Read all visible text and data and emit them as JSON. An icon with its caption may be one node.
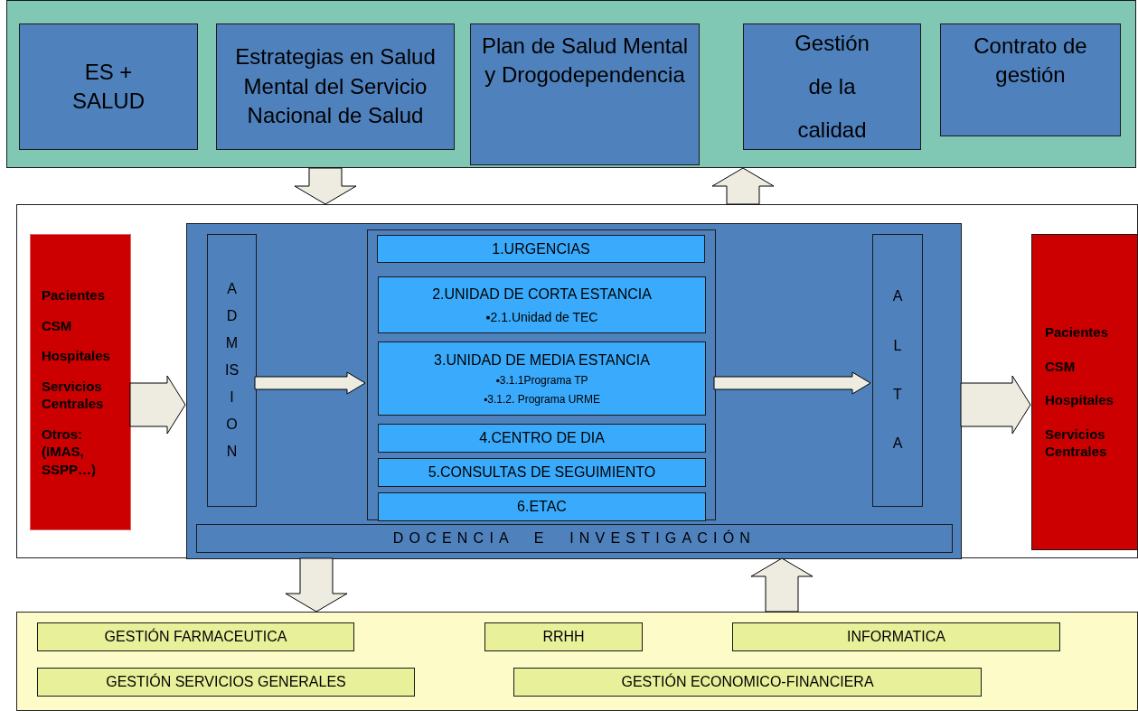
{
  "diagram": {
    "nodes": [
      {
        "text": [],
        "shape": "box"
      },
      {
        "text": [
          "ES + SALUD"
        ],
        "in": 0
      },
      {
        "text": [
          "Estrategias en Salud Mental del Servicio Nacional de Salud"
        ],
        "in": 0
      },
      {
        "text": [
          "Plan de Salud Mental y Drogodependencia"
        ],
        "in": 0
      },
      {
        "text": [
          "Gestión de la calidad"
        ],
        "in": 0
      },
      {
        "text": [
          "Contrato de gestión"
        ],
        "in": 0
      },
      {
        "text": [],
        "shape": "box"
      },
      {
        "text": [
          "Pacientes",
          "CSM",
          "Hospitales",
          "Servicios Centrales",
          "Otros: (IMAS, SSPP…)"
        ],
        "in": 6
      },
      {
        "text": [],
        "shape": "box",
        "in": 6
      },
      {
        "text": [
          "ADMISION"
        ],
        "in": 8
      },
      {
        "text": [],
        "shape": "box",
        "in": 8
      },
      {
        "text": [
          "1.URGENCIAS"
        ],
        "in": 10
      },
      {
        "text": [
          "2.UNIDAD DE CORTA ESTANCIA",
          "▪2.1.Unidad de TEC"
        ],
        "in": 10
      },
      {
        "text": [
          "3.UNIDAD DE MEDIA ESTANCIA",
          "▪3.1.1Programa TP",
          "▪3.1.2. Programa URME"
        ],
        "in": 10
      },
      {
        "text": [
          "4.CENTRO DE DIA"
        ],
        "in": 10
      },
      {
        "text": [
          "5.CONSULTAS DE SEGUIMIENTO"
        ],
        "in": 10
      },
      {
        "text": [
          "6.ETAC"
        ],
        "in": 10
      },
      {
        "text": [
          "ALTA"
        ],
        "in": 8
      },
      {
        "text": [
          "DOCENCIA E INVESTIGACIÓN"
        ],
        "in": 8
      },
      {
        "text": [
          "Pacientes",
          "CSM",
          "Hospitales",
          "Servicios Centrales"
        ],
        "in": 6
      },
      {
        "text": [],
        "shape": "box"
      },
      {
        "text": [
          "GESTIÓN FARMACEUTICA"
        ],
        "in": 20
      },
      {
        "text": [
          "RRHH"
        ],
        "in": 20
      },
      {
        "text": [
          "INFORMATICA"
        ],
        "in": 20
      },
      {
        "text": [
          "GESTIÓN SERVICIOS GENERALES"
        ],
        "in": 20
      },
      {
        "text": [
          "GESTIÓN ECONOMICO-FINANCIERA"
        ],
        "in": 20
      }
    ],
    "edges": [
      {
        "from": 0,
        "to": 6,
        "arrow": "to"
      },
      {
        "from": 6,
        "to": 0,
        "arrow": "to"
      },
      {
        "from": 7,
        "to": 8,
        "arrow": "to"
      },
      {
        "from": 9,
        "to": 10,
        "arrow": "to"
      },
      {
        "from": 10,
        "to": 17,
        "arrow": "to"
      },
      {
        "from": 8,
        "to": 19,
        "arrow": "to"
      },
      {
        "from": 6,
        "to": 20,
        "arrow": "to"
      },
      {
        "from": 20,
        "to": 6,
        "arrow": "to"
      }
    ]
  }
}
